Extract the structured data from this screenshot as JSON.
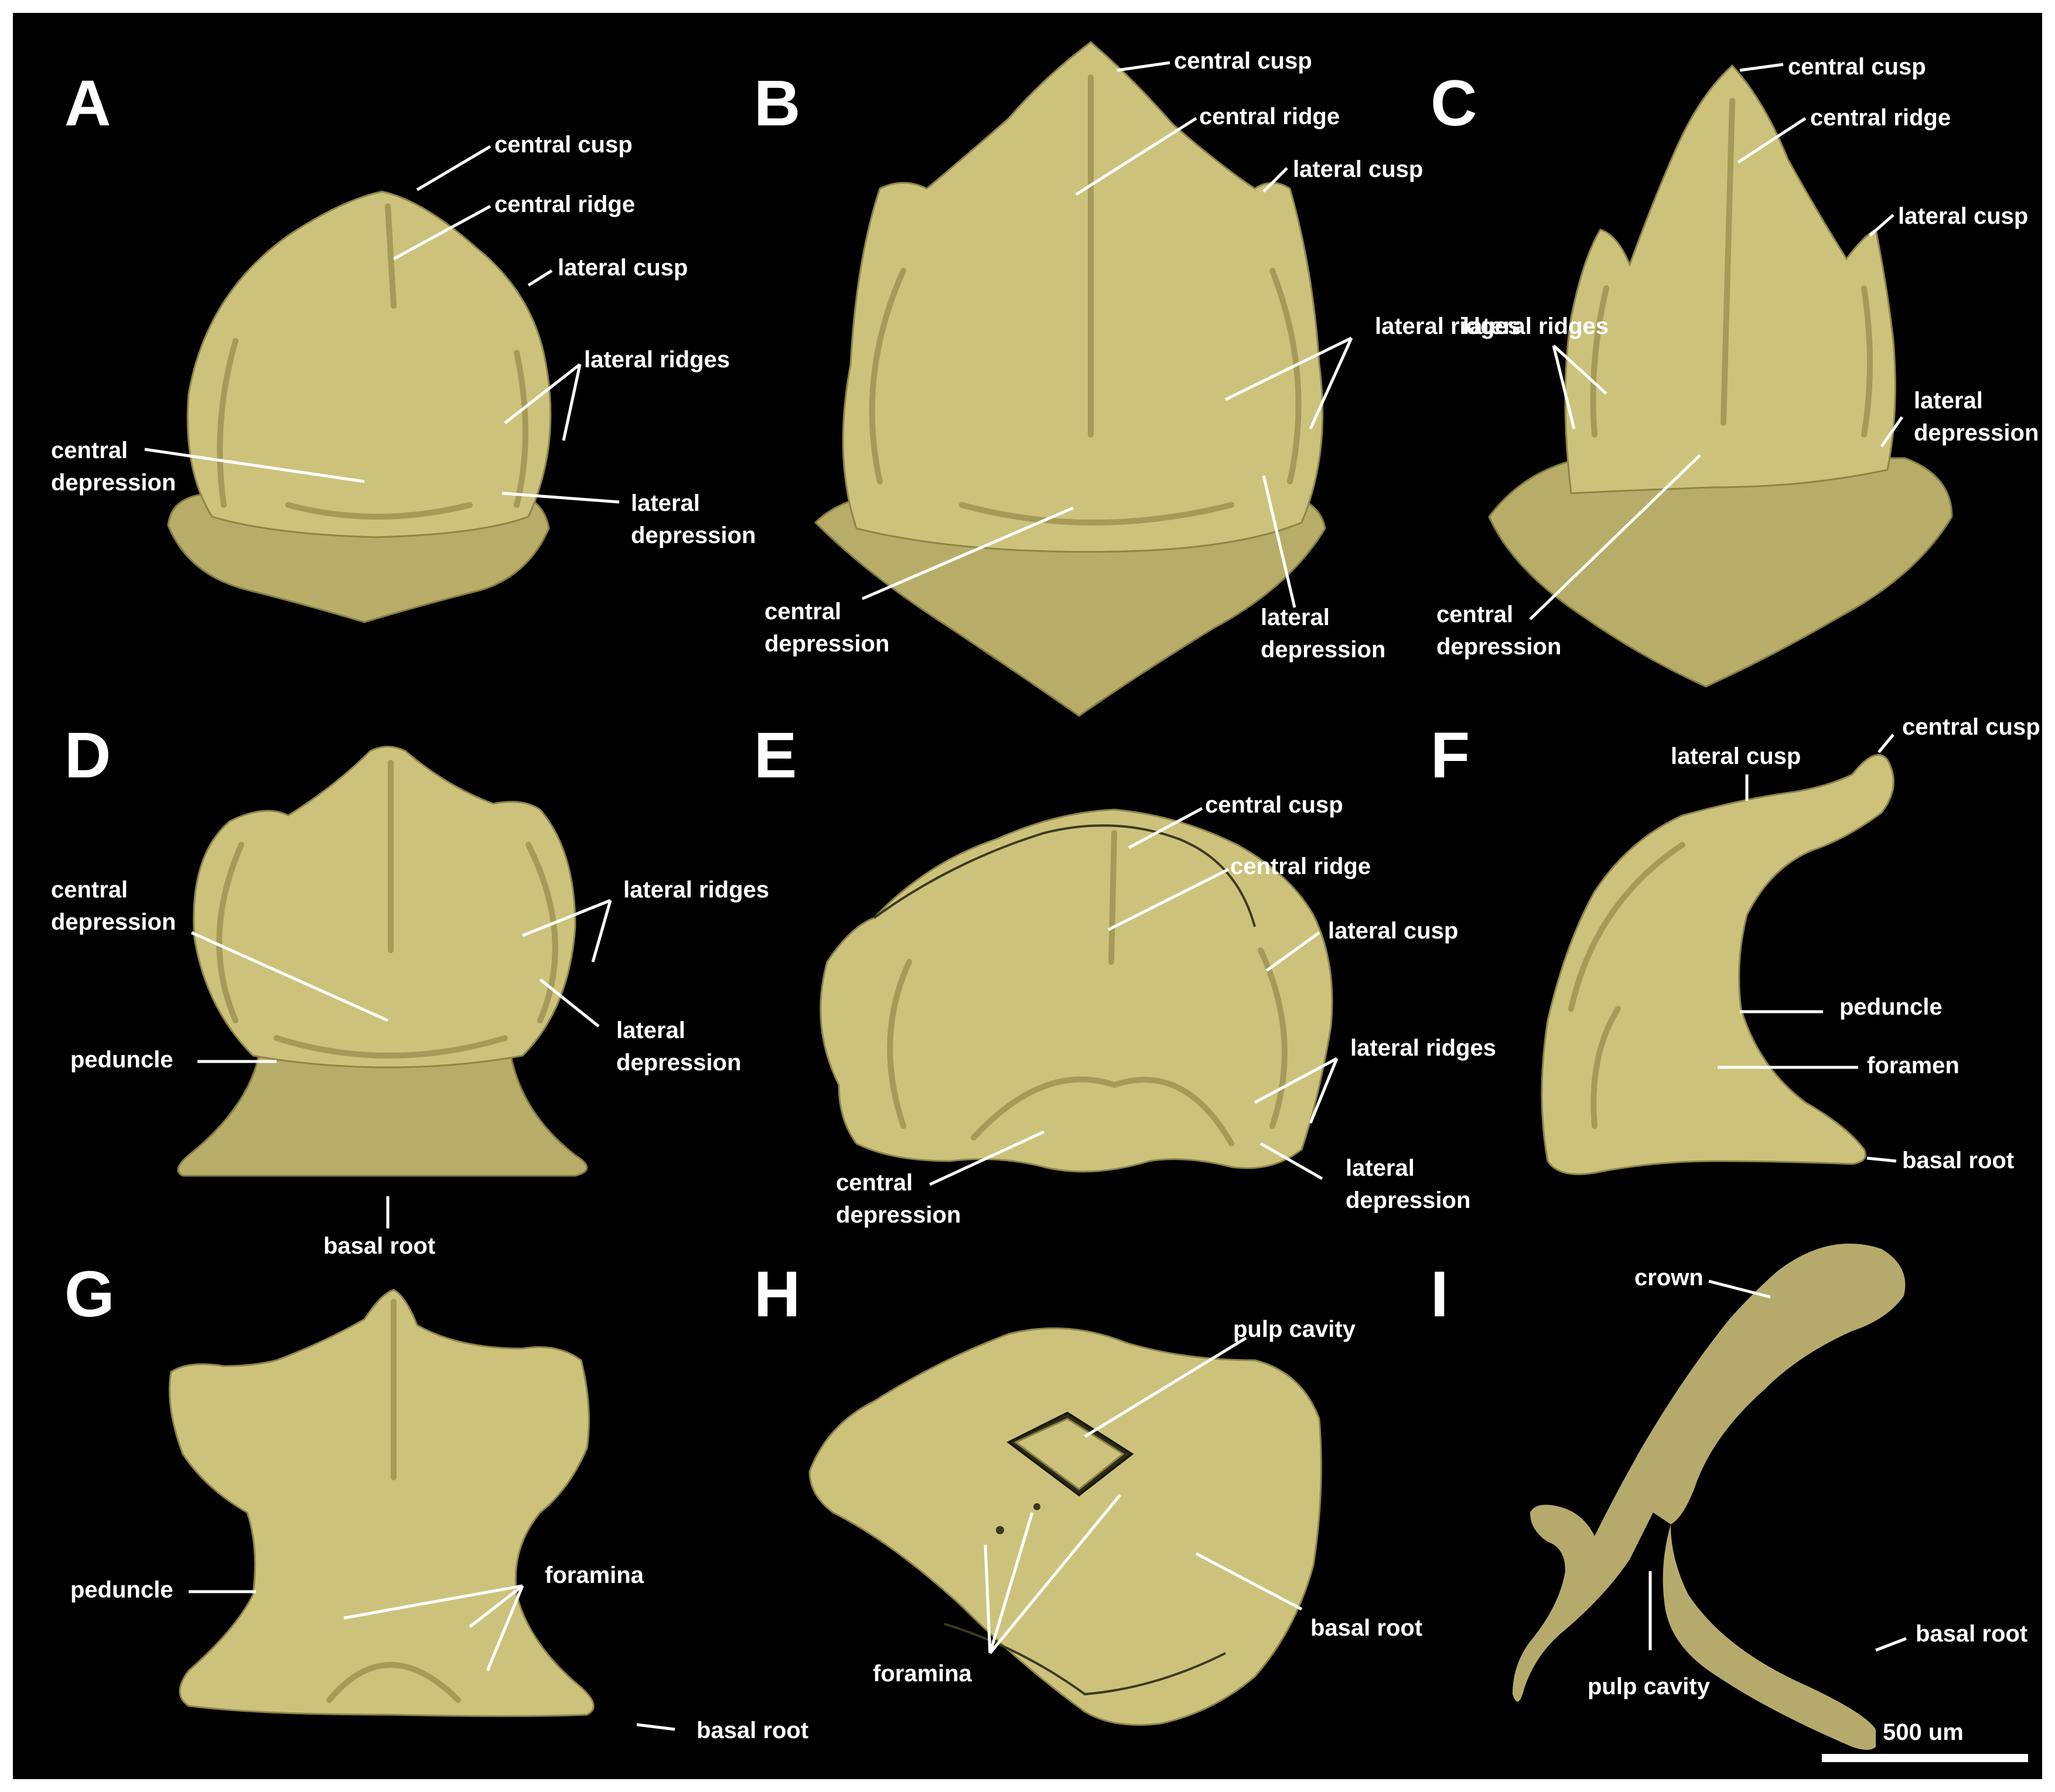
{
  "panels": {
    "A": {
      "letter": "A",
      "labels": {
        "central_cusp": "central cusp",
        "central_ridge": "central ridge",
        "lateral_cusp": "lateral cusp",
        "lateral_ridges": "lateral ridges",
        "central_depression": [
          "central",
          "depression"
        ],
        "lateral_depression": [
          "lateral",
          "depression"
        ]
      }
    },
    "B": {
      "letter": "B",
      "labels": {
        "central_cusp": "central cusp",
        "central_ridge": "central ridge",
        "lateral_cusp": "lateral cusp",
        "lateral_ridges": "lateral ridges",
        "central_depression": [
          "central",
          "depression"
        ],
        "lateral_depression": [
          "lateral",
          "depression"
        ]
      }
    },
    "C": {
      "letter": "C",
      "labels": {
        "central_cusp": "central cusp",
        "central_ridge": "central ridge",
        "lateral_cusp": "lateral cusp",
        "lateral_ridges": "lateral ridges",
        "lateral_depression": [
          "lateral",
          "depression"
        ],
        "central_depression": [
          "central",
          "depression"
        ]
      }
    },
    "D": {
      "letter": "D",
      "labels": {
        "central_depression": [
          "central",
          "depression"
        ],
        "lateral_ridges": "lateral ridges",
        "lateral_depression": [
          "lateral",
          "depression"
        ],
        "peduncle": "peduncle",
        "basal_root": "basal root"
      }
    },
    "E": {
      "letter": "E",
      "labels": {
        "central_cusp": "central cusp",
        "central_ridge": "central ridge",
        "lateral_cusp": "lateral cusp",
        "lateral_ridges": "lateral ridges",
        "central_depression": [
          "central",
          "depression"
        ],
        "lateral_depression": [
          "lateral",
          "depression"
        ]
      }
    },
    "F": {
      "letter": "F",
      "labels": {
        "central_cusp": "central cusp",
        "lateral_cusp": "lateral cusp",
        "peduncle": "peduncle",
        "foramen": "foramen",
        "basal_root": "basal root"
      }
    },
    "G": {
      "letter": "G",
      "labels": {
        "peduncle": "peduncle",
        "foramina": "foramina",
        "basal_root": "basal root"
      }
    },
    "H": {
      "letter": "H",
      "labels": {
        "pulp_cavity": "pulp cavity",
        "basal_root": "basal root",
        "foramina": "foramina"
      }
    },
    "I": {
      "letter": "I",
      "labels": {
        "crown": "crown",
        "basal_root": "basal root",
        "pulp_cavity": "pulp cavity"
      }
    }
  },
  "scale_bar": {
    "label": "500 um"
  },
  "colors": {
    "specimen": "#cdc27c",
    "background": "#000000",
    "annotation": "#ffffff"
  }
}
